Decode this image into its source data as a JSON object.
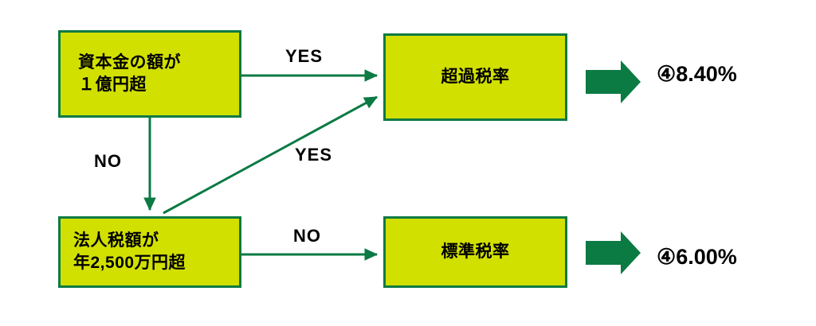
{
  "diagram": {
    "type": "flowchart",
    "title_visible": false,
    "colors": {
      "node_fill": "#d2e000",
      "node_border": "#0b7a43",
      "arrow": "#0b7a43",
      "text": "#000000",
      "background": "#ffffff"
    },
    "nodes": [
      {
        "id": "capital",
        "name": "capital-amount-condition",
        "lines": [
          "資本金の額が",
          "１億円超"
        ]
      },
      {
        "id": "corptax",
        "name": "corporate-tax-condition",
        "lines": [
          "法人税額が",
          "年2,500万円超"
        ]
      },
      {
        "id": "excess_rate",
        "name": "excess-tax-rate",
        "lines": [
          "超過税率"
        ]
      },
      {
        "id": "standard_rate",
        "name": "standard-tax-rate",
        "lines": [
          "標準税率"
        ]
      }
    ],
    "edges": [
      {
        "id": "capital_yes",
        "from": "capital",
        "to": "excess_rate",
        "label": "YES"
      },
      {
        "id": "capital_no",
        "from": "capital",
        "to": "corptax",
        "label": "NO"
      },
      {
        "id": "corptax_yes",
        "from": "corptax",
        "to": "excess_rate",
        "label": "YES"
      },
      {
        "id": "corptax_no",
        "from": "corptax",
        "to": "standard_rate",
        "label": "NO"
      }
    ],
    "results": [
      {
        "id": "excess",
        "marker": "④",
        "value": "8.40%",
        "text": "④8.40%"
      },
      {
        "id": "standard",
        "marker": "④",
        "value": "6.00%",
        "text": "④6.00%"
      }
    ]
  }
}
